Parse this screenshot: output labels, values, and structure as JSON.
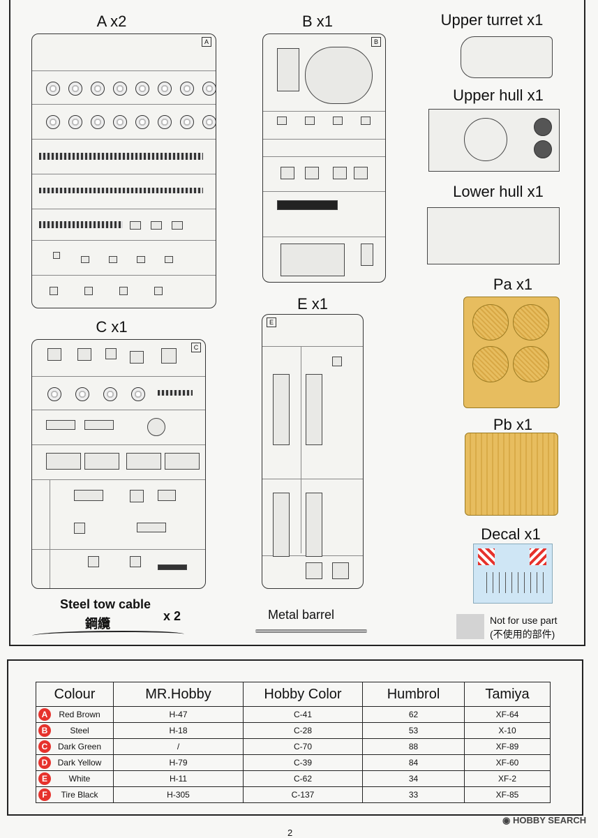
{
  "sprues": {
    "a": {
      "title": "A x2",
      "tag": "A"
    },
    "b": {
      "title": "B x1",
      "tag": "B"
    },
    "c": {
      "title": "C x1",
      "tag": "C"
    },
    "e": {
      "title": "E x1",
      "tag": "E"
    }
  },
  "parts": {
    "upper_turret": "Upper turret  x1",
    "upper_hull": "Upper hull  x1",
    "lower_hull": "Lower hull  x1",
    "pa": "Pa x1",
    "pb": "Pb x1",
    "decal": "Decal x1"
  },
  "extras": {
    "tow_cable": "Steel tow cable",
    "tow_cable_cn": "鋼纜",
    "tow_qty": "x 2",
    "metal_barrel": "Metal barrel",
    "not_for_use_line1": "Not for use part",
    "not_for_use_line2": "(不使用的部件)"
  },
  "paint_table": {
    "headers": [
      "Colour",
      "MR.Hobby",
      "Hobby Color",
      "Humbrol",
      "Tamiya"
    ],
    "rows": [
      {
        "key": "A",
        "name": "Red Brown",
        "mrhobby": "H-47",
        "hobby": "C-41",
        "humbrol": "62",
        "tamiya": "XF-64"
      },
      {
        "key": "B",
        "name": "Steel",
        "mrhobby": "H-18",
        "hobby": "C-28",
        "humbrol": "53",
        "tamiya": "X-10"
      },
      {
        "key": "C",
        "name": "Dark Green",
        "mrhobby": "/",
        "hobby": "C-70",
        "humbrol": "88",
        "tamiya": "XF-89"
      },
      {
        "key": "D",
        "name": "Dark Yellow",
        "mrhobby": "H-79",
        "hobby": "C-39",
        "humbrol": "84",
        "tamiya": "XF-60"
      },
      {
        "key": "E",
        "name": "White",
        "mrhobby": "H-11",
        "hobby": "C-62",
        "humbrol": "34",
        "tamiya": "XF-2"
      },
      {
        "key": "F",
        "name": "Tire Black",
        "mrhobby": "H-305",
        "hobby": "C-137",
        "humbrol": "33",
        "tamiya": "XF-85"
      }
    ]
  },
  "page_number": "2",
  "watermark": "HOBBY SEARCH",
  "colors": {
    "accent_red": "#e6322c",
    "photo_etch": "#e7bd5f",
    "decal_blue": "#cfe6f5"
  }
}
